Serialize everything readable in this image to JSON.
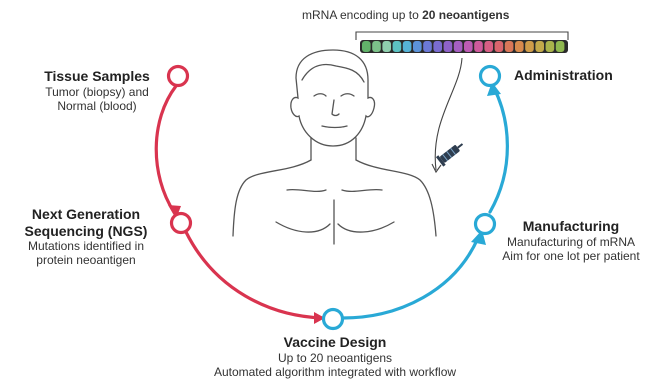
{
  "header": {
    "caption_prefix": "mRNA encoding up to ",
    "caption_bold": "20 neoantigens"
  },
  "steps": {
    "tissue": {
      "title": "Tissue Samples",
      "lines": [
        "Tumor (biopsy) and",
        "Normal (blood)"
      ]
    },
    "ngs": {
      "title_lines": [
        "Next Generation",
        "Sequencing (NGS)"
      ],
      "lines": [
        "Mutations identified in",
        "protein neoantigen"
      ]
    },
    "vaccine": {
      "title": "Vaccine Design",
      "lines": [
        "Up to 20 neoantigens",
        "Automated algorithm integrated with workflow"
      ]
    },
    "manufacturing": {
      "title": "Manufacturing",
      "lines": [
        "Manufacturing of mRNA",
        "Aim for one lot per patient"
      ]
    },
    "administration": {
      "title": "Administration"
    }
  },
  "colors": {
    "red_arc": "#d9344f",
    "blue_arc": "#29a9d6",
    "outline": "#555555",
    "segments": [
      "#62b36a",
      "#7cc28a",
      "#8fcfae",
      "#5cc2c2",
      "#56b3d6",
      "#5c93d9",
      "#6b79d6",
      "#7a6cd1",
      "#8e62c8",
      "#a55fc1",
      "#bd5bb4",
      "#cf5a9c",
      "#d75e84",
      "#d9656d",
      "#da7758",
      "#d88a4d",
      "#cf9c49",
      "#c2a94a",
      "#a9b34b",
      "#8fb84f"
    ]
  },
  "icons": {
    "person": "person-outline-icon",
    "syringe": "syringe-icon",
    "mrna": "mrna-strand-icon"
  }
}
